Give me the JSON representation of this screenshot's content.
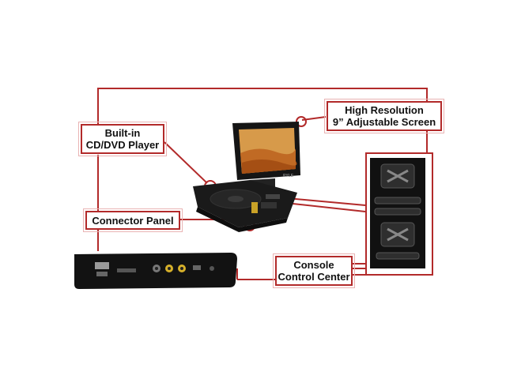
{
  "labels": {
    "high_resolution_line1": "High Resolution",
    "high_resolution_line2": "9” Adjustable Screen",
    "builtin_line1": "Built-in",
    "builtin_line2": "CD/DVD Player",
    "connector_panel": "Connector Panel",
    "console_line1": "Console",
    "console_line2": "Control Center",
    "screen_brand": "PYLE"
  },
  "colors": {
    "accent": "#b22a2a",
    "device_body": "#1a1a1a",
    "screen_sky": "#d79a4a",
    "screen_sand": "#c06a24"
  }
}
